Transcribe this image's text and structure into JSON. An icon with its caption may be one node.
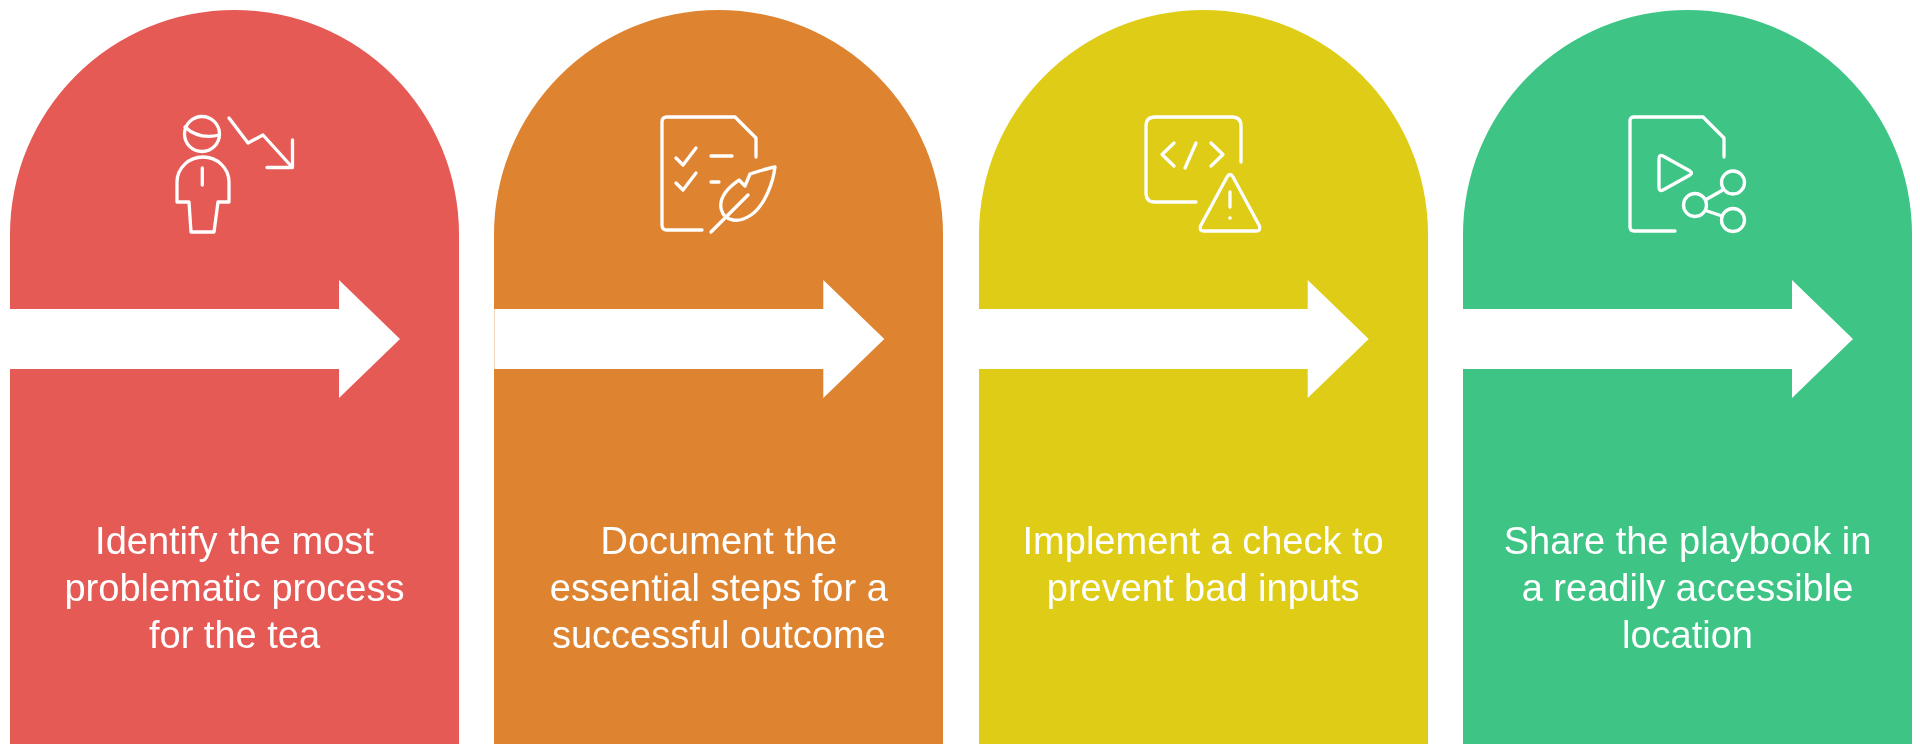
{
  "diagram": {
    "nodes": [
      {
        "text": [
          "Identify the most problematic process for the tea"
        ]
      },
      {
        "text": [
          "Document the essential steps for a successful outcome"
        ]
      },
      {
        "text": [
          "Implement a check to prevent bad inputs"
        ]
      },
      {
        "text": [
          "Share the playbook in a readily accessible location"
        ]
      }
    ],
    "edges": [
      {
        "from": 0,
        "to": 1,
        "arrow": "to"
      },
      {
        "from": 1,
        "to": 2,
        "arrow": "to"
      },
      {
        "from": 2,
        "to": 3,
        "arrow": "to"
      },
      {
        "from": null,
        "to": 3,
        "arrow": "to"
      }
    ]
  }
}
